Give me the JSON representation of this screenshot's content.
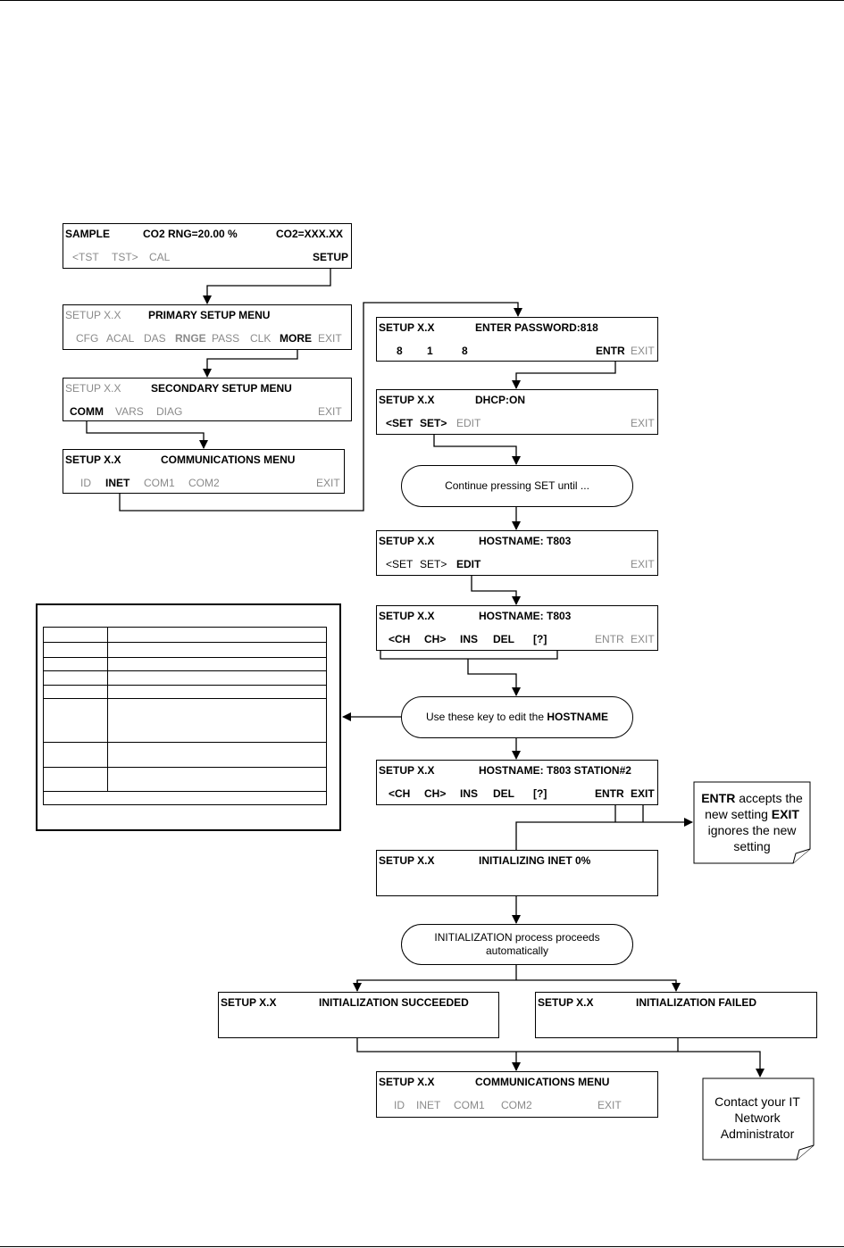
{
  "screens": {
    "sample": {
      "l1": [
        "SAMPLE",
        "CO2 RNG=20.00 %",
        "CO2=XXX.XX"
      ],
      "keys": [
        "<TST",
        "TST>",
        "CAL",
        "SETUP"
      ]
    },
    "primary": {
      "l1": [
        "SETUP X.X",
        "PRIMARY SETUP MENU"
      ],
      "keys": [
        "CFG",
        "ACAL",
        "DAS",
        "RNGE",
        "PASS",
        "CLK",
        "MORE",
        "EXIT"
      ]
    },
    "secondary": {
      "l1": [
        "SETUP X.X",
        "SECONDARY SETUP MENU"
      ],
      "keys": [
        "COMM",
        "VARS",
        "DIAG",
        "EXIT"
      ]
    },
    "comm": {
      "l1": [
        "SETUP X.X",
        "COMMUNICATIONS MENU"
      ],
      "keys": [
        "ID",
        "INET",
        "COM1",
        "COM2",
        "EXIT"
      ]
    },
    "password": {
      "l1": [
        "SETUP X.X",
        "ENTER PASSWORD:818"
      ],
      "keys": [
        "8",
        "1",
        "8",
        "ENTR",
        "EXIT"
      ]
    },
    "dhcp": {
      "l1": [
        "SETUP X.X",
        "DHCP:ON"
      ],
      "keys": [
        "<SET",
        "SET>",
        "EDIT",
        "EXIT"
      ]
    },
    "hostname1": {
      "l1": [
        "SETUP X.X",
        "HOSTNAME: T803"
      ],
      "keys": [
        "<SET",
        "SET>",
        "EDIT",
        "EXIT"
      ]
    },
    "hostname2": {
      "l1": [
        "SETUP X.X",
        "HOSTNAME: T803"
      ],
      "keys": [
        "<CH",
        "CH>",
        "INS",
        "DEL",
        "[?]",
        "ENTR",
        "EXIT"
      ]
    },
    "hostname3": {
      "l1": [
        "SETUP X.X",
        "HOSTNAME: T803 STATION#2"
      ],
      "keys": [
        "<CH",
        "CH>",
        "INS",
        "DEL",
        "[?]",
        "ENTR",
        "EXIT"
      ]
    },
    "init": {
      "l1": [
        "SETUP X.X",
        "INITIALIZING INET 0%"
      ]
    },
    "succeeded": {
      "l1": [
        "SETUP X.X",
        "INITIALIZATION SUCCEEDED"
      ]
    },
    "failed": {
      "l1": [
        "SETUP X.X",
        "INITIALIZATION FAILED"
      ]
    },
    "comm2": {
      "l1": [
        "SETUP X.X",
        "COMMUNICATIONS MENU"
      ],
      "keys": [
        "ID",
        "INET",
        "COM1",
        "COM2",
        "EXIT"
      ]
    }
  },
  "ovals": {
    "continue": "Continue pressing SET until ...",
    "use_keys_prefix": "Use these key to edit the",
    "use_keys_bold": "HOSTNAME",
    "init_proc": "INITIALIZATION process proceeds automatically"
  },
  "notes": {
    "entr": {
      "entr_bold": "ENTR",
      "entr_text": "accepts the new setting",
      "exit_bold": "EXIT",
      "exit_text": "ignores the new setting"
    },
    "contact": "Contact your IT Network Administrator"
  }
}
